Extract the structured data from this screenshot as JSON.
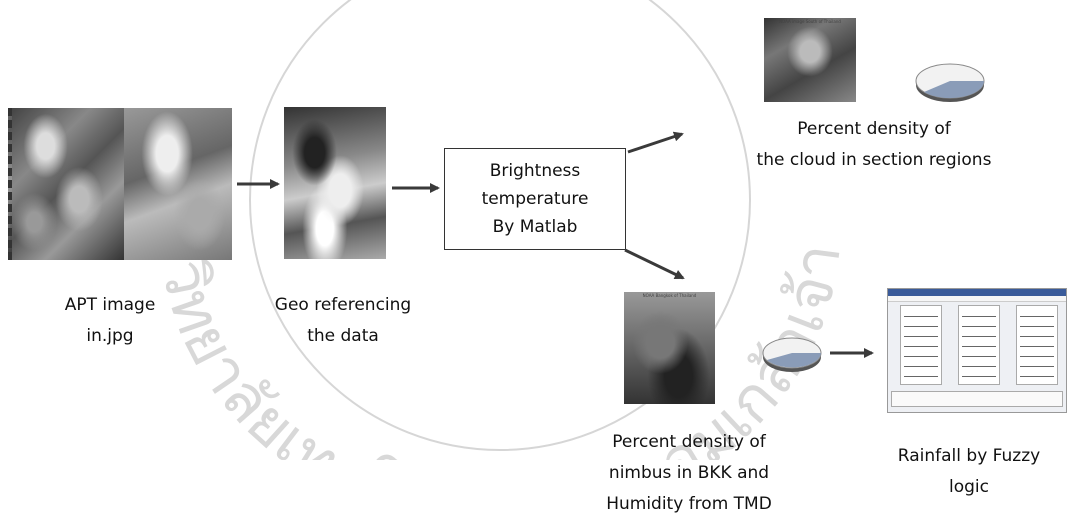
{
  "watermark": {
    "text": "มหาวิทยาลัยเทคโนโลยีพระจอมเกล้าเจ้าคุณ"
  },
  "nodes": {
    "apt": {
      "label_lines": [
        "APT image",
        "in.jpg"
      ]
    },
    "geo": {
      "label_lines": [
        "Geo referencing",
        "the data"
      ]
    },
    "brightness": {
      "label_lines": [
        "Brightness",
        "temperature",
        "By Matlab"
      ]
    },
    "cloud_density": {
      "image_caption": "NOAA image South of Thailand",
      "label_lines": [
        "Percent density of",
        "the cloud in section regions"
      ]
    },
    "nimbus": {
      "image_caption": "NOAA Bangkok of Thailand",
      "label_lines": [
        "Percent density of",
        "nimbus in BKK and",
        "Humidity from TMD"
      ]
    },
    "rainfall": {
      "label_lines": [
        "Rainfall by Fuzzy",
        "logic"
      ]
    }
  },
  "colors": {
    "arrow": "#3a3a3a",
    "watermark": "#c8c8c8"
  }
}
